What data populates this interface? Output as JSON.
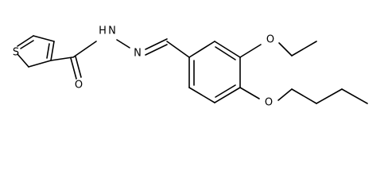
{
  "molecule": {
    "atoms": {
      "sulfur": "S",
      "carbonyl_oxygen": "O",
      "amide_nitrogen": "N",
      "amide_hydrogen": "H",
      "imine_nitrogen": "N",
      "ethoxy_oxygen": "O",
      "butoxy_oxygen": "O"
    }
  }
}
